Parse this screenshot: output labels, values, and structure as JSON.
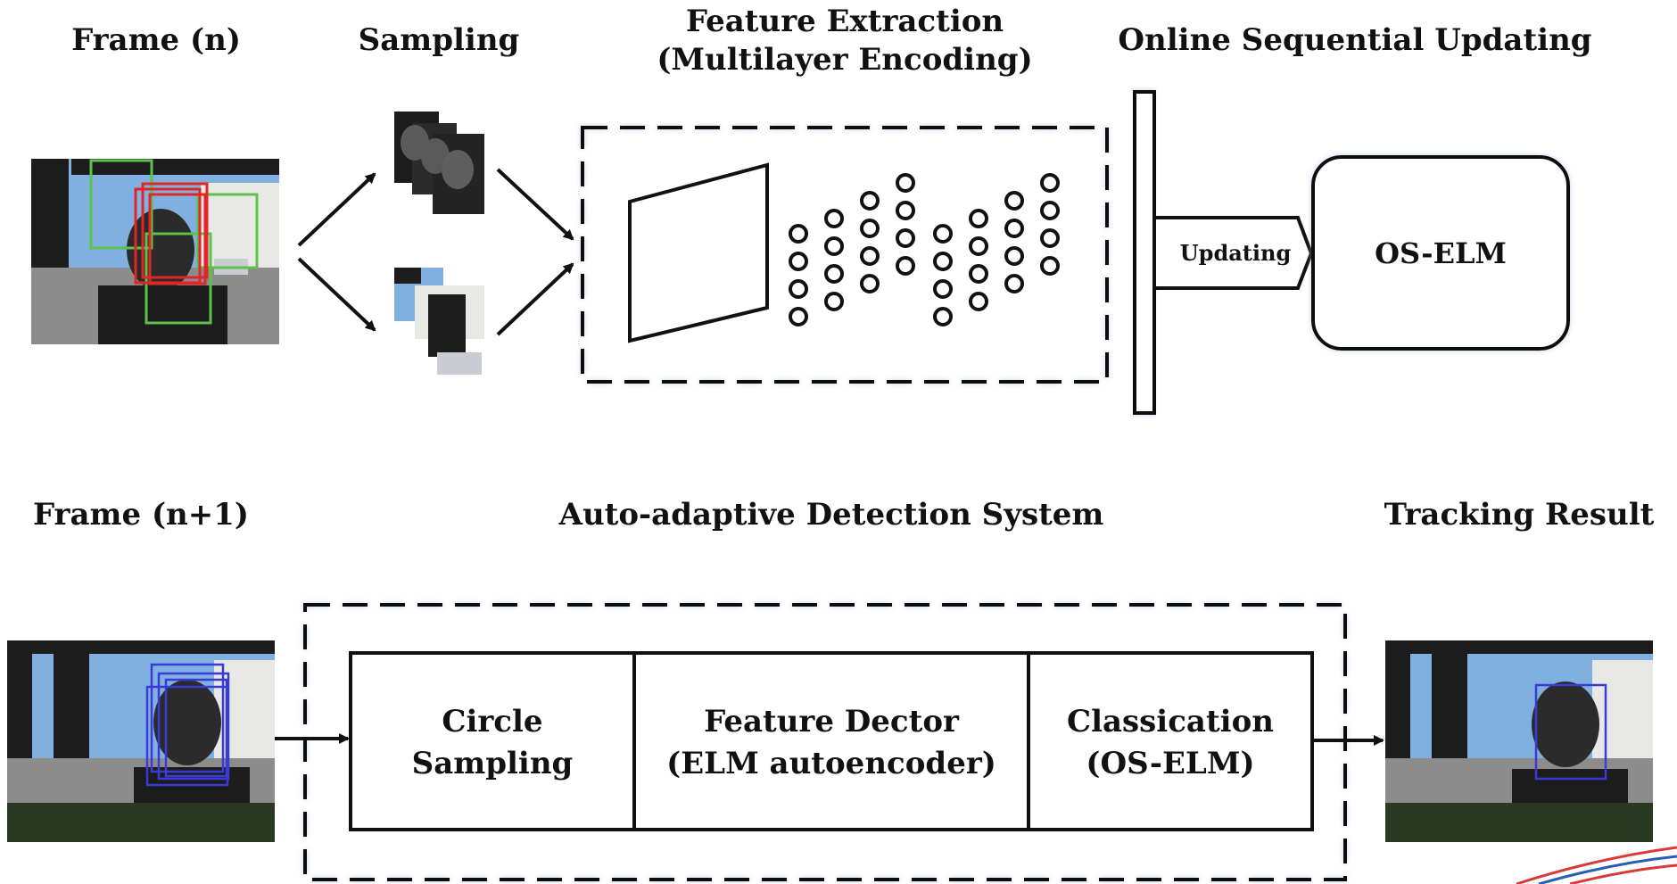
{
  "labels": {
    "frame_n": "Frame (n)",
    "sampling": "Sampling",
    "feature_extraction_line1": "Feature Extraction",
    "feature_extraction_line2": "(Multilayer Encoding)",
    "online_updating": "Online Sequential Updating",
    "updating": "Updating",
    "os_elm": "OS-ELM",
    "frame_n1": "Frame (n+1)",
    "auto_adaptive": "Auto-adaptive Detection System",
    "tracking_result": "Tracking Result",
    "circle_line1": "Circle",
    "circle_line2": "Sampling",
    "feature_dector_line1": "Feature Dector",
    "feature_dector_line2": "(ELM autoencoder)",
    "classication_line1": "Classication",
    "classication_line2": "(OS-ELM)"
  },
  "colors": {
    "line": "#111111",
    "green_box": "#5cc24a",
    "red_box": "#e02626",
    "blue_box": "#3a3ad6",
    "sky": "#7fb0e0",
    "building": "#e8e8e4",
    "dark": "#1c1c1c",
    "road": "#8c8c8c",
    "swoosh_red": "#d83a3a",
    "swoosh_blue": "#2a5cb8"
  },
  "icons": {
    "frame_thumbnail": "street-scene-with-face",
    "sample_patch": "face-crop-patch",
    "sample_patch_bg": "background-crop-patch",
    "layer_plane": "input-plane-parallelogram",
    "neuron": "neuron-circle",
    "logo_swoosh": "logo-swoosh"
  },
  "network": {
    "layer_neuron_counts": [
      4,
      4,
      4,
      4,
      4,
      4,
      4,
      4
    ]
  }
}
